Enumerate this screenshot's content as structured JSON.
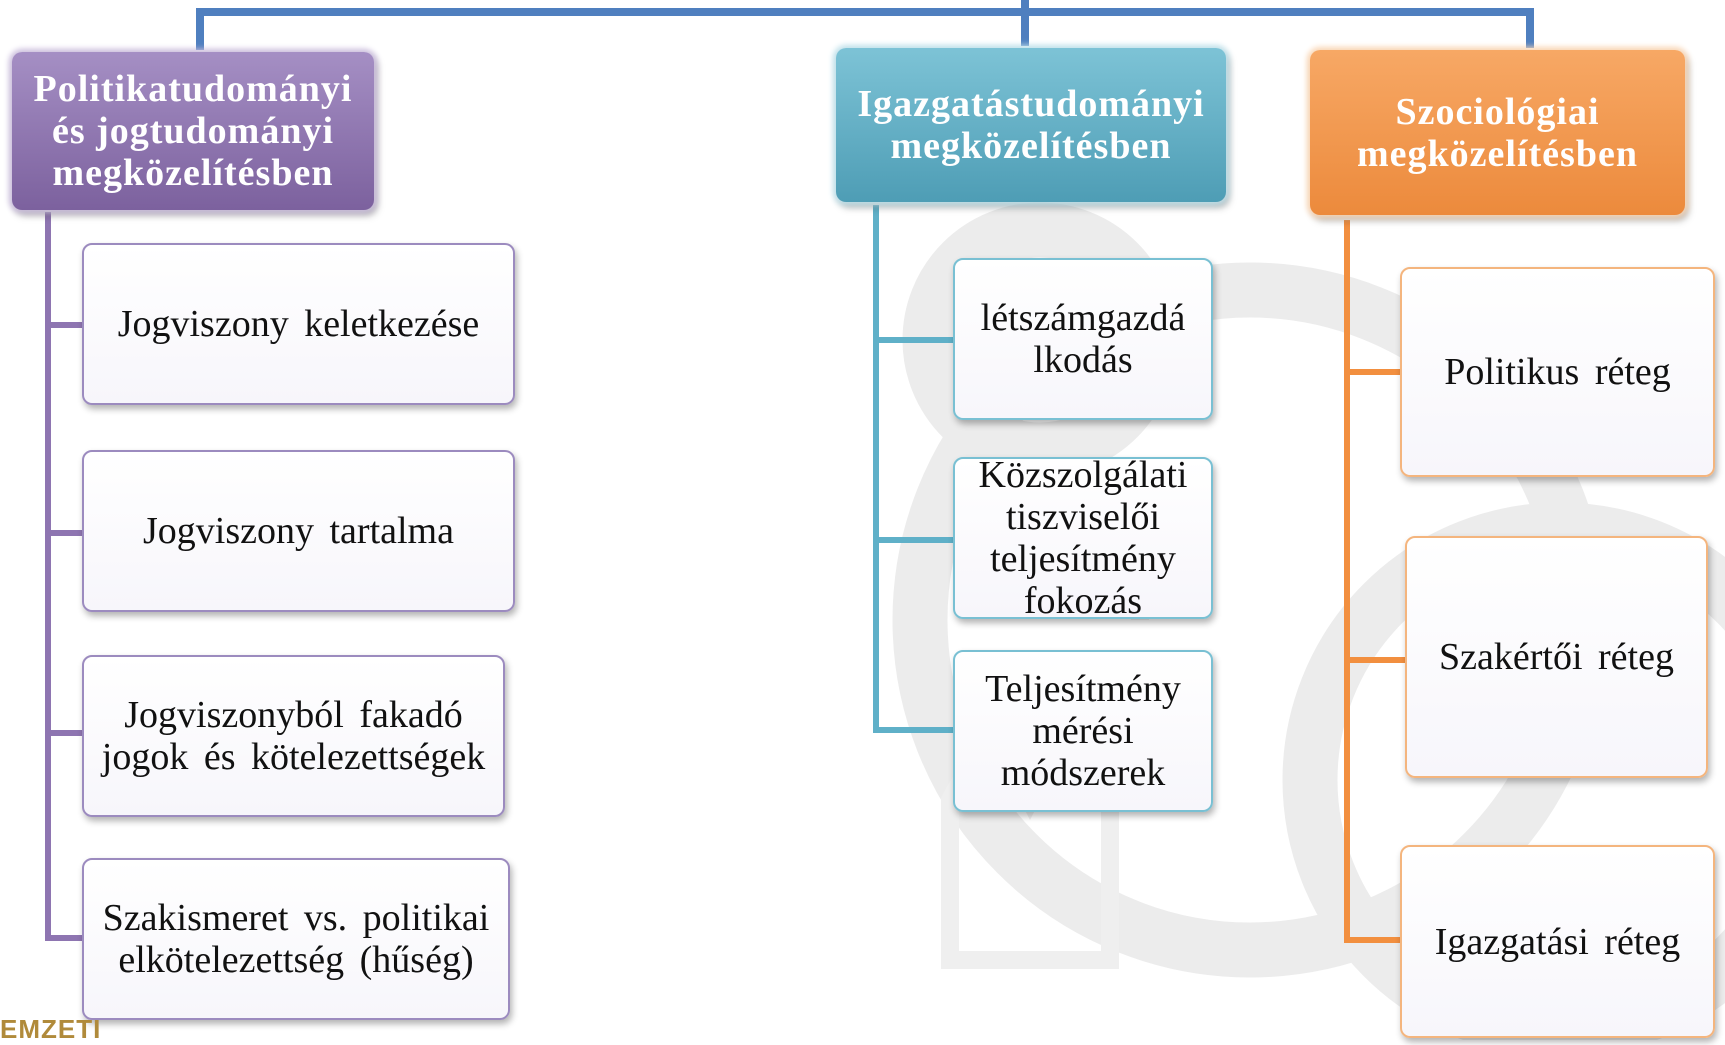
{
  "branches": [
    {
      "title": "Politikatudományi és jogtudományi megközelítésben",
      "color": "#8e75b1",
      "items": [
        "Jogviszony keletkezése",
        "Jogviszony tartalma",
        "Jogviszonyból fakadó jogok és kötelezettségek",
        "Szakismeret vs. politikai elkötelezettség (hűség)"
      ]
    },
    {
      "title": "Igazgatástudományi megközelítésben",
      "color": "#5fb0c8",
      "items": [
        "létszámgazdá lkodás",
        "Közszolgálati tiszviselői teljesítmény fokozás",
        "Teljesítmény mérési módszerek"
      ]
    },
    {
      "title": "Szociológiai megközelítésben",
      "color": "#f28f3f",
      "items": [
        "Politikus réteg",
        "Szakértői réteg",
        "Igazgatási réteg"
      ]
    }
  ],
  "connector_color": "#4f7fbf",
  "logo_text": "EMZETI"
}
